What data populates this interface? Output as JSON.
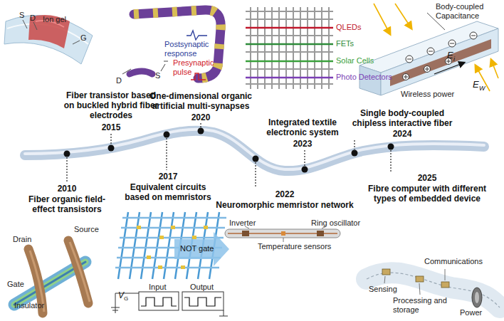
{
  "diagram": {
    "labels": [
      "S",
      "D",
      "Ion gel",
      "G",
      "D",
      "S",
      "Postsynaptic response",
      "Presynaptic pulse",
      "QLEDs",
      "FETs",
      "Solar Cells",
      "Photo Detectors",
      "Body-coupled Capacitance",
      "E",
      "i",
      "E",
      "W",
      "Wireless power",
      "Fiber transistor based on buckled hybrid fiber electrodes",
      "2015",
      "One-dimensional organic artificial multi-synapses",
      "2020",
      "Integrated textile electronic system",
      "2023",
      "Single body-coupled chipless interactive fiber",
      "2024",
      "2010",
      "Fiber organic field-effect transistors",
      "2017",
      "Equivalent circuits based on memristors",
      "2022",
      "Neuromorphic memristor network",
      "2025",
      "Fibre computer with different types of embedded device",
      "Drain",
      "Source",
      "Gate",
      "Insulator",
      "NOT gate",
      "Input",
      "Output",
      "V",
      "G",
      "Inverter",
      "Ring oscillator",
      "Temperature sensors",
      "Communications",
      "Sensing",
      "Processing and storage",
      "Power"
    ]
  }
}
